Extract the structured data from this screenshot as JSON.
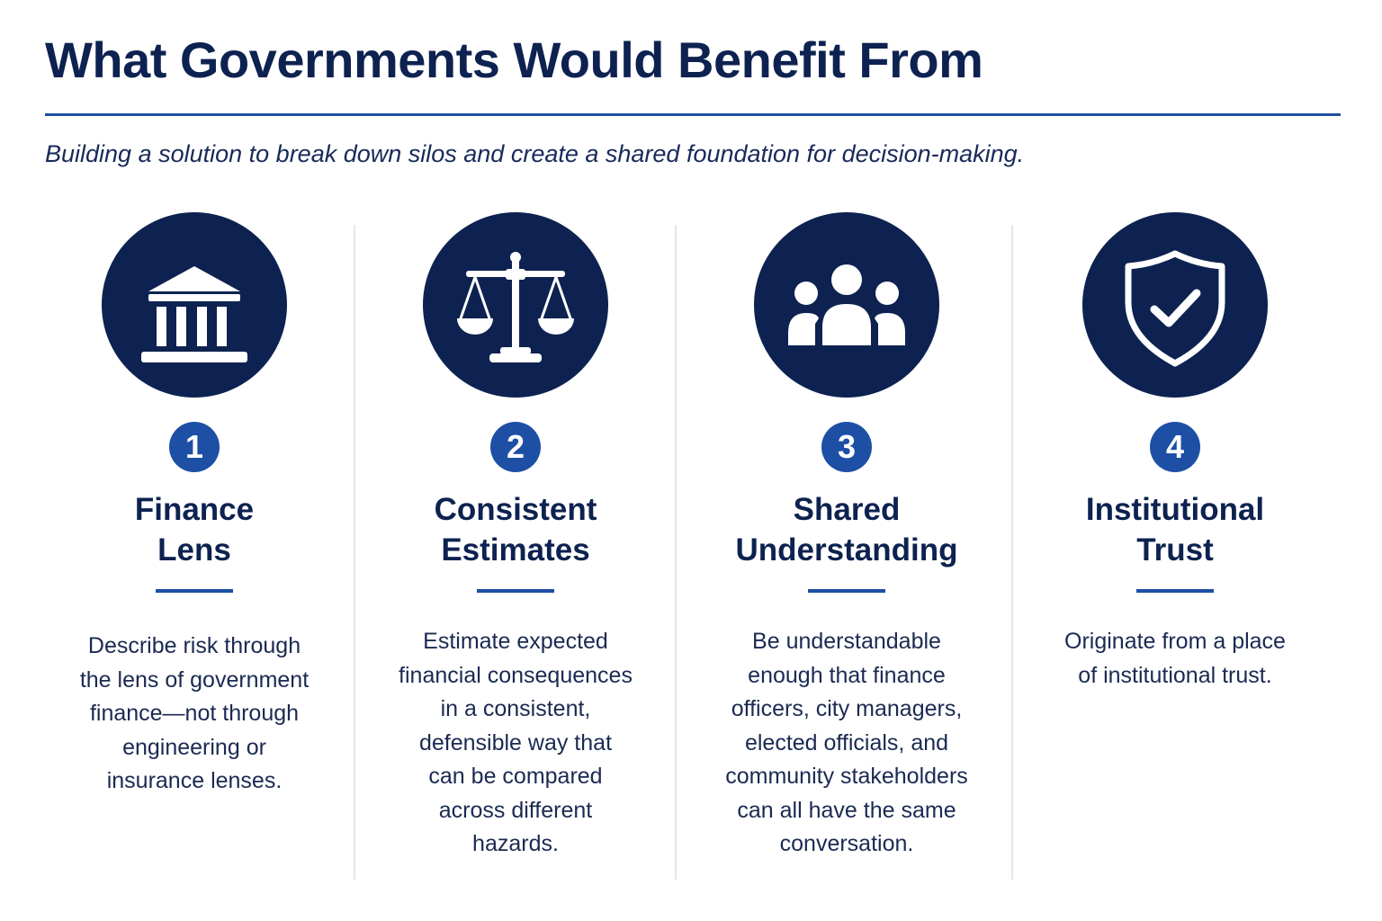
{
  "header": {
    "title": "What Governments Would Benefit From",
    "subtitle": "Building a solution to break down silos and create a shared foundation for decision-making."
  },
  "colors": {
    "navy": "#0d2250",
    "accent_blue": "#1d4fa5",
    "divider": "#e3e6ec"
  },
  "columns": [
    {
      "icon": "bank-building-icon",
      "number": "1",
      "heading_lines": [
        "Finance",
        "Lens"
      ],
      "body_lines": [
        "Describe risk through",
        "the lens of government",
        "finance—not through",
        "engineering or",
        "insurance lenses."
      ]
    },
    {
      "icon": "scales-of-justice-icon",
      "number": "2",
      "heading_lines": [
        "Consistent",
        "Estimates"
      ],
      "body_lines": [
        "Estimate expected",
        "financial consequences",
        "in a consistent,",
        "defensible way that",
        "can be compared",
        "across different",
        "hazards."
      ]
    },
    {
      "icon": "people-group-icon",
      "number": "3",
      "heading_lines": [
        "Shared",
        "Understanding"
      ],
      "body_lines": [
        "Be understandable",
        "enough that finance",
        "officers, city managers,",
        "elected officials, and",
        "community stakeholders",
        "can all have the same",
        "conversation."
      ]
    },
    {
      "icon": "shield-check-icon",
      "number": "4",
      "heading_lines": [
        "Institutional",
        "Trust"
      ],
      "body_lines": [
        "Originate from a place",
        "of institutional trust."
      ]
    }
  ]
}
